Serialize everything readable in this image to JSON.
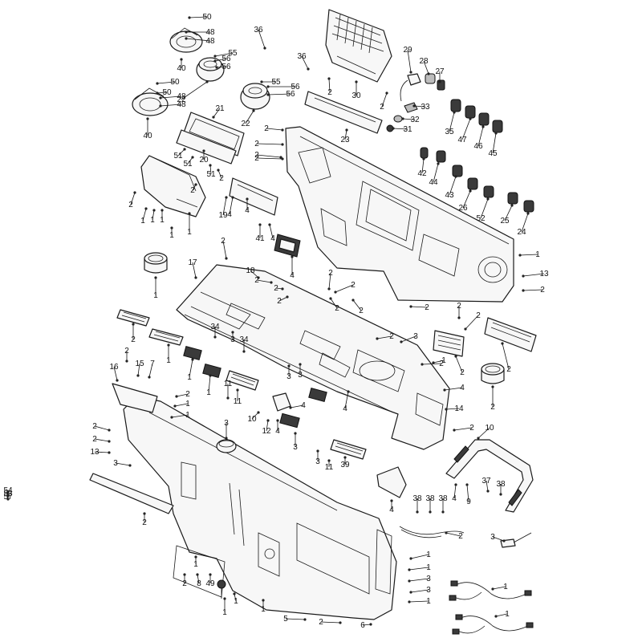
{
  "diagram": {
    "colors": {
      "line": "#1a1a1a",
      "fill": "#f7f7f7",
      "dark": "#3a3a3a"
    },
    "callouts": [
      "50",
      "48",
      "48",
      "40",
      "56",
      "55",
      "56",
      "22",
      "36",
      "36",
      "30",
      "2",
      "29",
      "28",
      "27",
      "2",
      "33",
      "32",
      "31",
      "50",
      "50",
      "48",
      "48",
      "40",
      "55",
      "56",
      "56",
      "22",
      "21",
      "20",
      "51",
      "51",
      "51",
      "2",
      "23",
      "2",
      "2",
      "2",
      "2",
      "35",
      "47",
      "46",
      "45",
      "42",
      "44",
      "43",
      "26",
      "52",
      "25",
      "24",
      "2",
      "2",
      "1",
      "1",
      "1",
      "1",
      "1",
      "19",
      "4",
      "4",
      "41",
      "4",
      "4",
      "2",
      "18",
      "2",
      "2",
      "2",
      "2",
      "2",
      "2",
      "2",
      "17",
      "1",
      "1",
      "13",
      "2",
      "2",
      "2",
      "2",
      "2",
      "2",
      "1",
      "34",
      "34",
      "3",
      "3",
      "3",
      "3",
      "1",
      "2",
      "2",
      "16",
      "15",
      "7",
      "2",
      "2",
      "1",
      "1",
      "1",
      "1",
      "11",
      "11",
      "4",
      "10",
      "12",
      "4",
      "4",
      "4",
      "14",
      "2",
      "2",
      "2",
      "2",
      "2",
      "13",
      "3",
      "3",
      "3",
      "3",
      "39",
      "11",
      "4",
      "10",
      "4",
      "9",
      "37",
      "38",
      "38",
      "38",
      "38",
      "2",
      "2",
      "2",
      "8",
      "49",
      "1",
      "1",
      "1",
      "1",
      "5",
      "2",
      "6",
      "1",
      "1",
      "1",
      "3",
      "3",
      "3",
      "1",
      "1",
      "54",
      "53",
      "57"
    ]
  }
}
